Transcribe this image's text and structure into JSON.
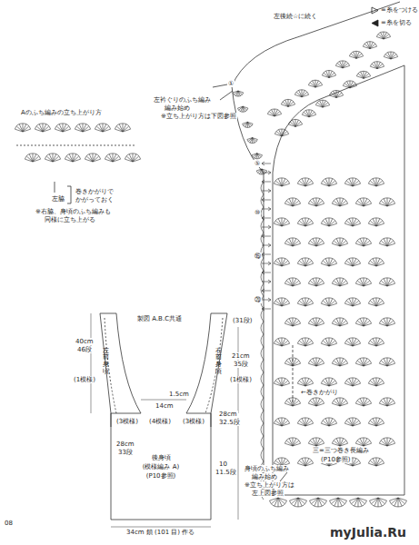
{
  "diagram": {
    "nodes": [
      {
        "text": [
          "左前身頃"
        ]
      },
      {
        "text": [
          "右前身頃"
        ]
      },
      {
        "text": [
          "後身頃",
          "(模様編み A)",
          "(P10参照)"
        ]
      }
    ],
    "labels": [
      "Aのふち編みの立ち上がり方",
      "左脇",
      "巻きかがりで",
      "かがっておく",
      "※右脇、身頃のふち編みも",
      "同様に立ち上がる",
      "左後続☆に続く",
      "左衿ぐりのふち編み",
      "編み始め",
      "※立ち上がり方は下図参照",
      "①",
      "⑤",
      "⑩",
      "⑮",
      "⑳",
      "←巻きかがり",
      "三=三つ巻き長編み",
      "(P10参照)",
      "身頃のふち編み",
      "編み始め",
      "※立ち上がり方は",
      "左上図参照",
      "製図 A.B.C共通",
      "40cm",
      "46段",
      "(31段)",
      "21cm",
      "35段",
      "(1模様)",
      "(1模様)",
      "1.5cm",
      "14cm",
      "(4模様)",
      "(3模様)",
      "(3模様)",
      "28cm",
      "33段",
      "28cm",
      "32.5段",
      "10",
      "11.5段",
      "34cm 鎖 (101 目) 作る",
      "08",
      "myJulia.Ru"
    ],
    "legend": [
      {
        "text": "=糸をつける"
      },
      {
        "text": "=糸を切る"
      }
    ]
  }
}
